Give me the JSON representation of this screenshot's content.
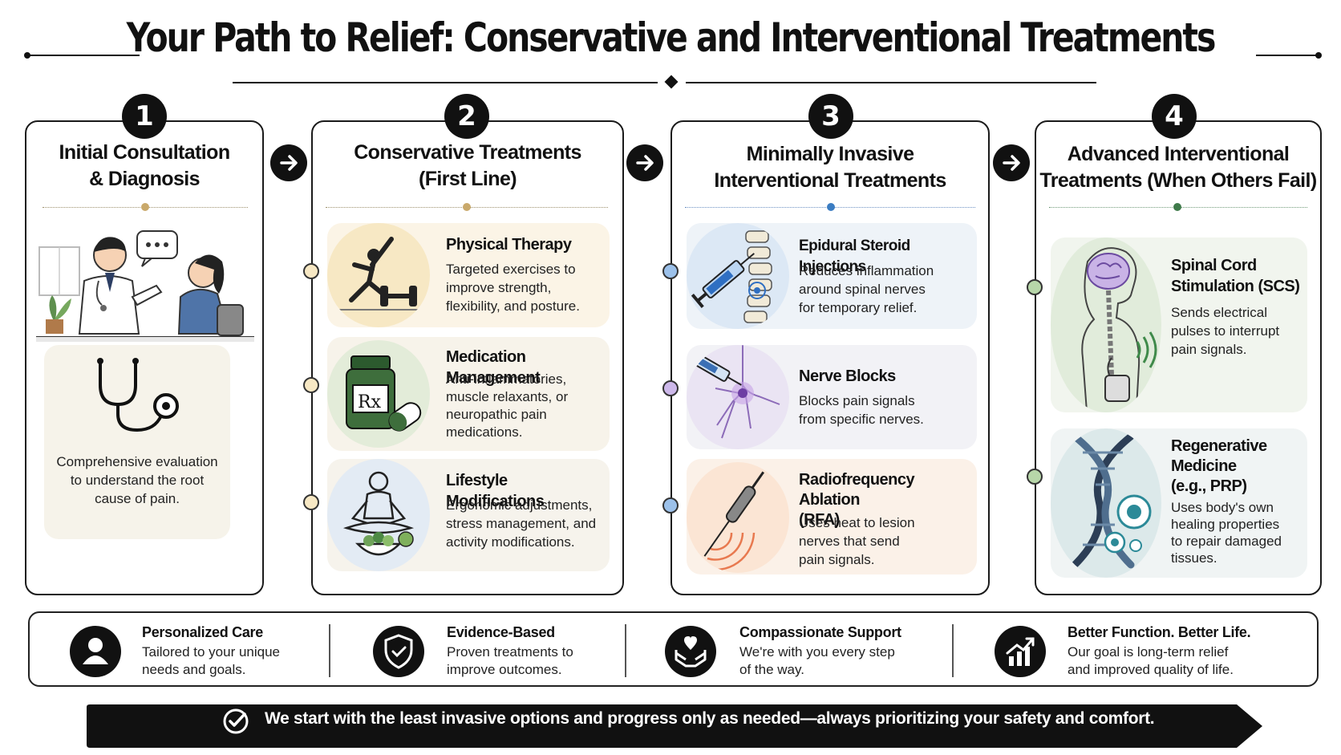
{
  "title": "Your Path to Relief: Conservative and Interventional Treatments",
  "steps": [
    {
      "number": "1",
      "title_line1": "Initial Consultation",
      "title_line2": "& Diagnosis",
      "accent": "#c9a96b",
      "description_lines": [
        "Comprehensive evaluation",
        "to understand the root",
        "cause of pain."
      ]
    },
    {
      "number": "2",
      "title_line1": "Conservative Treatments",
      "title_line2": "(First Line)",
      "accent": "#c9a96b",
      "items": [
        {
          "title": "Physical Therapy",
          "desc": [
            "Targeted exercises to",
            "improve strength,",
            "flexibility, and posture."
          ],
          "icon": "exercise-icon"
        },
        {
          "title": "Medication Management",
          "desc": [
            "Anti-inflammatories,",
            "muscle relaxants, or",
            "neuropathic pain",
            "medications."
          ],
          "icon": "medication-bottle-icon"
        },
        {
          "title": "Lifestyle Modifications",
          "desc": [
            "Ergonomic adjustments,",
            "stress management, and",
            "activity modifications."
          ],
          "icon": "meditation-icon"
        }
      ]
    },
    {
      "number": "3",
      "title_line1": "Minimally Invasive",
      "title_line2": "Interventional Treatments",
      "accent": "#3b7dc2",
      "items": [
        {
          "title": "Epidural Steroid Injections",
          "desc": [
            "Reduces inflammation",
            "around spinal nerves",
            "for temporary relief."
          ],
          "icon": "syringe-spine-icon"
        },
        {
          "title": "Nerve Blocks",
          "desc": [
            "Blocks pain signals",
            "from specific nerves."
          ],
          "icon": "syringe-nerve-icon"
        },
        {
          "title_lines": [
            "Radiofrequency Ablation",
            "(RFA)"
          ],
          "desc": [
            "Uses heat to lesion",
            "nerves that send",
            "pain signals."
          ],
          "icon": "rf-probe-icon"
        }
      ]
    },
    {
      "number": "4",
      "title_line1": "Advanced Interventional",
      "title_line2": "Treatments (When Others Fail)",
      "accent": "#3f7a4a",
      "items": [
        {
          "title_lines": [
            "Spinal Cord",
            "Stimulation (SCS)"
          ],
          "desc": [
            "Sends electrical",
            "pulses to interrupt",
            "pain signals."
          ],
          "icon": "spinal-stimulator-icon"
        },
        {
          "title_lines": [
            "Regenerative",
            "Medicine",
            "(e.g., PRP)"
          ],
          "desc": [
            "Uses body's own",
            "healing properties",
            "to repair damaged",
            "tissues."
          ],
          "icon": "dna-icon"
        }
      ]
    }
  ],
  "benefits": [
    {
      "title": "Personalized Care",
      "desc": [
        "Tailored to your unique",
        "needs and goals."
      ],
      "icon": "person-icon"
    },
    {
      "title": "Evidence-Based",
      "desc": [
        "Proven treatments to",
        "improve outcomes."
      ],
      "icon": "shield-check-icon"
    },
    {
      "title": "Compassionate Support",
      "desc": [
        "We're with you every step",
        "of the way."
      ],
      "icon": "heart-hands-icon"
    },
    {
      "title": "Better Function. Better Life.",
      "desc": [
        "Our goal is long-term relief",
        "and improved quality of life."
      ],
      "icon": "growth-chart-icon"
    }
  ],
  "banner": {
    "text": "We start with the least invasive options and progress only as needed—always prioritizing your safety and comfort.",
    "icon": "check-circle-icon"
  },
  "colors": {
    "beige": "#c9a96b",
    "blue": "#3b7dc2",
    "green": "#3f7a4a",
    "dark": "#111111"
  }
}
